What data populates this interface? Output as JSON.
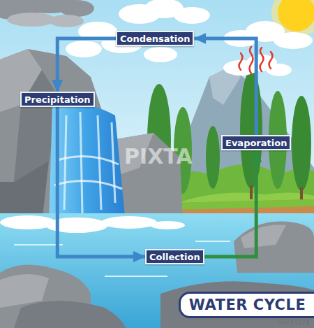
{
  "diagram": {
    "title": "WATER CYCLE",
    "nodes": [
      {
        "text": [
          "Condensation"
        ]
      },
      {
        "text": [
          "Precipitation"
        ]
      },
      {
        "text": [
          "Evaporation"
        ]
      },
      {
        "text": [
          "Collection"
        ]
      }
    ],
    "edges": [
      {
        "from": 0,
        "to": 1,
        "arrow": "to"
      },
      {
        "from": 1,
        "to": 3,
        "arrow": "to"
      },
      {
        "from": 3,
        "to": 2,
        "arrow": "to"
      },
      {
        "from": 2,
        "to": 0,
        "arrow": "to"
      }
    ],
    "labels": [
      "PIXTA",
      "56245274"
    ]
  }
}
